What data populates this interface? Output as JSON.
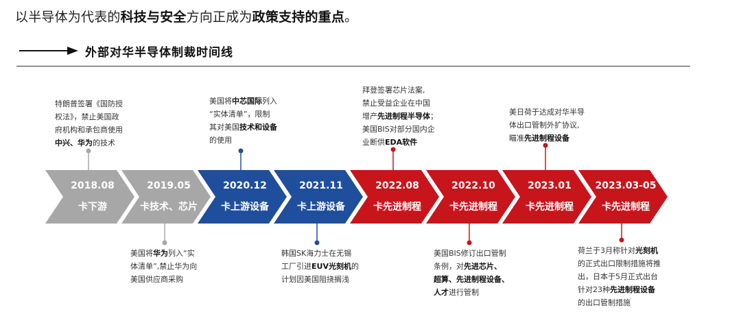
{
  "headline": {
    "part1": "以半导体为代表的",
    "bold1": "科技与安全",
    "part2": "方向正成为",
    "bold2": "政策支持的重点",
    "part3": "。"
  },
  "section_title": "外部对华半导体制裁时间线",
  "colors": {
    "gray": "#a7a7a7",
    "blue": "#1f4f9c",
    "red": "#c8151c",
    "text_dark": "#111111"
  },
  "stages": [
    {
      "date": "2018.08",
      "label": "卡下游",
      "color": "gray"
    },
    {
      "date": "2019.05",
      "label": "卡技术、芯片",
      "color": "gray"
    },
    {
      "date": "2020.12",
      "label": "卡上游设备",
      "color": "blue"
    },
    {
      "date": "2021.11",
      "label": "卡上游设备",
      "color": "blue"
    },
    {
      "date": "2022.08",
      "label": "卡先进制程",
      "color": "red"
    },
    {
      "date": "2022.10",
      "label": "卡先进制程",
      "color": "red"
    },
    {
      "date": "2023.01",
      "label": "卡先进制程",
      "color": "red"
    },
    {
      "date": "2023.03-05",
      "label": "卡先进制程",
      "color": "red"
    }
  ],
  "notes": {
    "n1": {
      "l1": "特朗普签署《国防授",
      "l2": "权法》，禁止美国政",
      "l3": "府机构和承包商使用",
      "l4a": "中兴、华为",
      "l4b": "的技术"
    },
    "n2": {
      "l1": "美国将",
      "l1b": "华为",
      "l1c": "列入“实",
      "l2": "体清单”,禁止华为向",
      "l3": "美国供应商采购"
    },
    "n3": {
      "l1": "美国将",
      "l1b": "中芯国际",
      "l1c": "列入",
      "l2": "“实体清单”，限制",
      "l3": "其对美国",
      "l3b": "技术和设备",
      "l4": "的使用"
    },
    "n4": {
      "l1": "韩国SK海力士在无锡",
      "l2": "工厂引进",
      "l2b": "EUV光刻机",
      "l2c": "的",
      "l3": "计划因美国阻挠搁浅"
    },
    "n5": {
      "l1": "拜登签署芯片法案,",
      "l2": "禁止受益企业在中国",
      "l3": "增产",
      "l3b": "先进制程半导体",
      "l3c": "；",
      "l4": "美国BIS对部分国内企",
      "l5": "业断供",
      "l5b": "EDA软件"
    },
    "n6": {
      "l1": "美国BIS修订出口管制",
      "l2": "条例，对",
      "l2b": "先进芯片、",
      "l3b": "超算、先进制程设备、",
      "l4b": "人才",
      "l4": "进行管制"
    },
    "n7": {
      "l1": "美日荷于达成对华半导",
      "l2": "体出口管制外扩协议,",
      "l3": "瞄准",
      "l3b": "先进制程设备"
    },
    "n8": {
      "l1": "荷兰于3月称针对",
      "l1b": "光刻机",
      "l2": "的正式出口限制措施将推",
      "l3": "出，日本于5月正式出台",
      "l4": "针对23种",
      "l4b": "先进制程设备",
      "l5": "的出口管制措施"
    }
  }
}
